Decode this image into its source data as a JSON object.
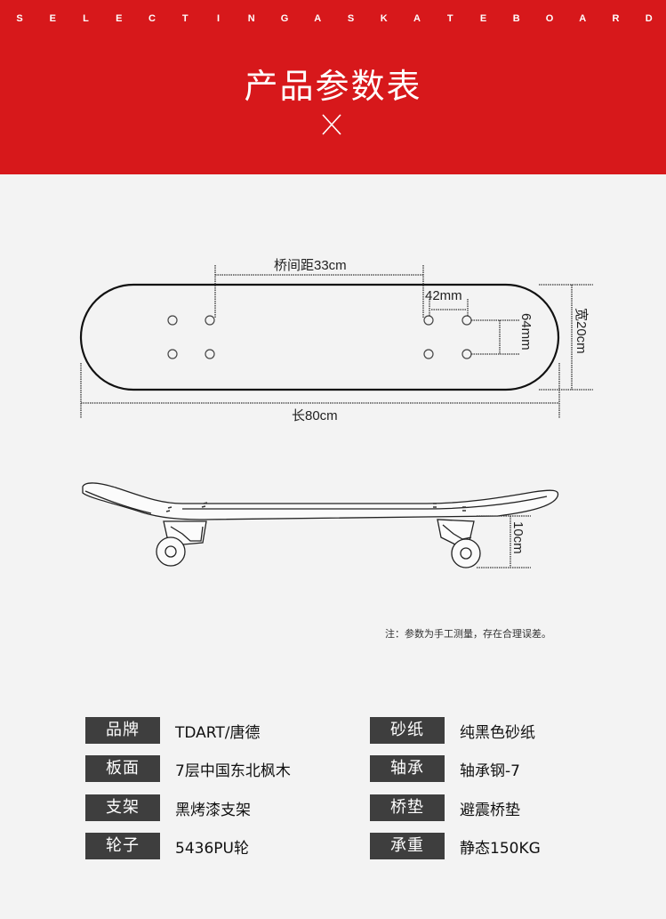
{
  "header": {
    "tagline_letters": [
      "S",
      "E",
      "L",
      "E",
      "C",
      "T",
      "I",
      "N",
      "G",
      " ",
      "A",
      " ",
      "S",
      "K",
      "A",
      "T",
      "E",
      "B",
      "O",
      "A",
      "R",
      "D"
    ],
    "tagline": "SELECTING A SKATEBOARD",
    "title": "产品参数表",
    "divider_icon": "close-x-icon",
    "brand_color": "#d7181b"
  },
  "diagram": {
    "top_view": {
      "truck_distance_label": "桥间距33cm",
      "hole_spacing_label": "42mm",
      "hole_width_label": "64mm",
      "width_label": "宽20cm",
      "length_label": "长80cm"
    },
    "side_view": {
      "height_label": "10cm"
    },
    "note": "注：参数为手工测量，存在合理误差。"
  },
  "specs": {
    "left": [
      {
        "label": "品牌",
        "value": "TDART/唐德"
      },
      {
        "label": "板面",
        "value": "7层中国东北枫木"
      },
      {
        "label": "支架",
        "value": "黑烤漆支架"
      },
      {
        "label": "轮子",
        "value": "5436PU轮"
      }
    ],
    "right": [
      {
        "label": "砂纸",
        "value": "纯黑色砂纸"
      },
      {
        "label": "轴承",
        "value": "轴承钢-7"
      },
      {
        "label": "桥垫",
        "value": "避震桥垫"
      },
      {
        "label": "承重",
        "value": "静态150KG"
      }
    ],
    "label_bg_color": "#3e3e3e"
  }
}
